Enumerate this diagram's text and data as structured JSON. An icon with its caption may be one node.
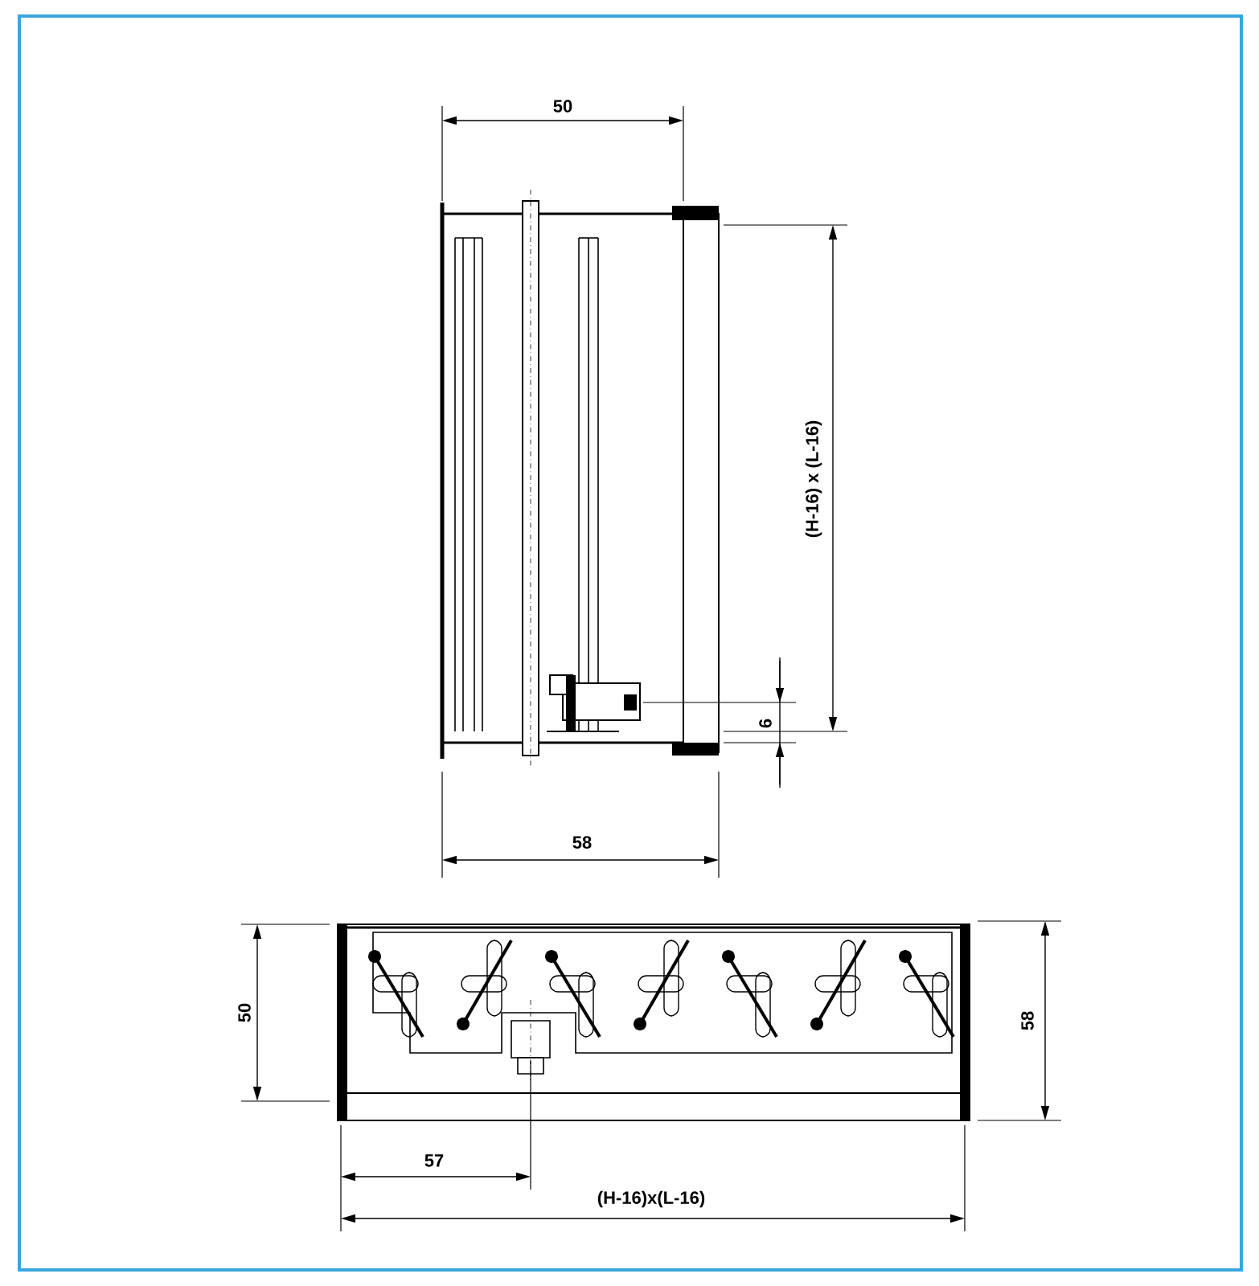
{
  "diagram": {
    "labels": [
      "50",
      "(H-16) x (L-16)",
      "6",
      "58",
      "50",
      "58",
      "57",
      "(H-16)x(L-16)"
    ]
  }
}
